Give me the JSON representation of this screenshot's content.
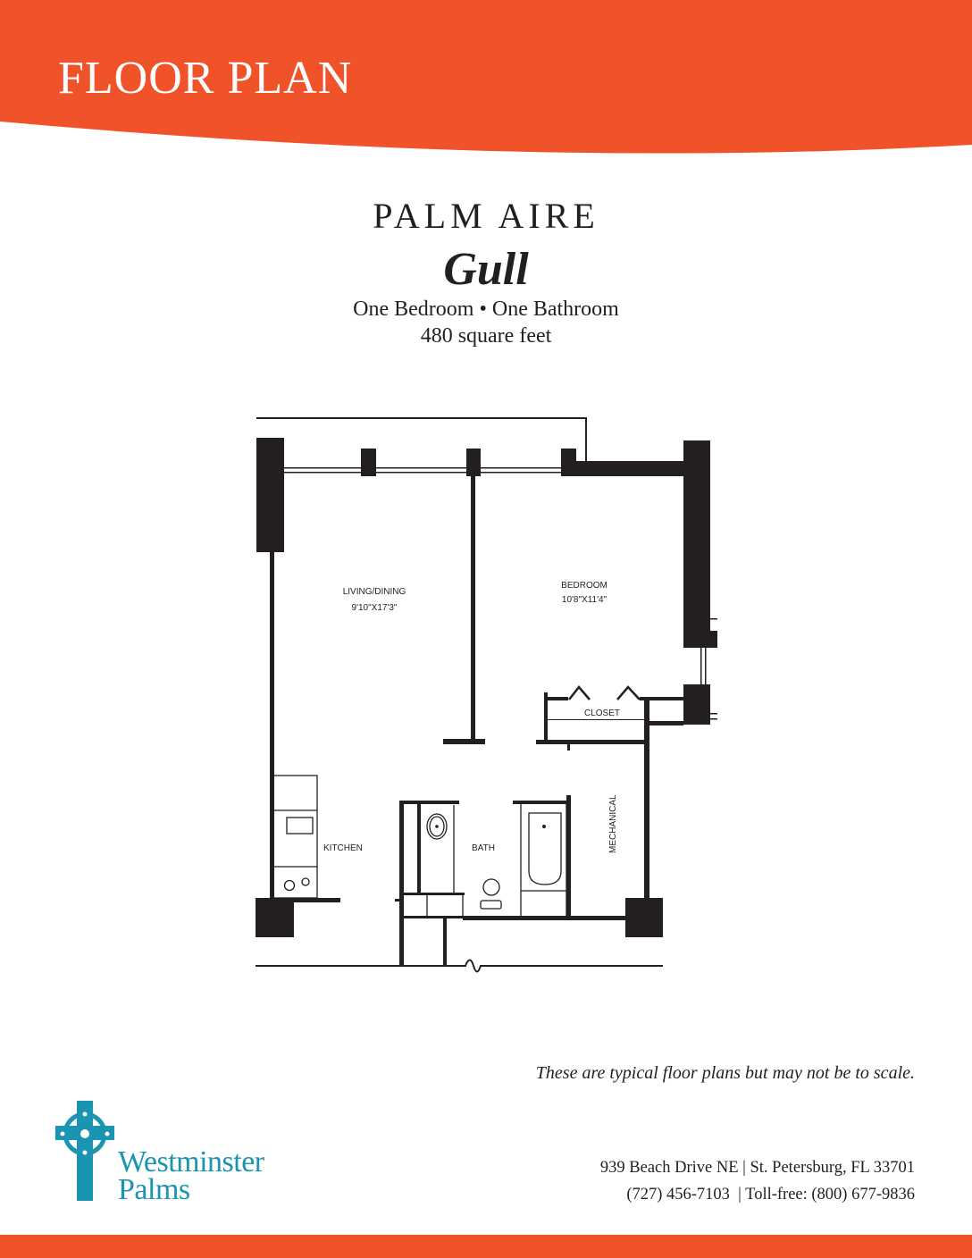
{
  "header": {
    "title": "FLOOR PLAN",
    "accent_color": "#F0532A"
  },
  "unit": {
    "community": "PALM AIRE",
    "model": "Gull",
    "rooms": "One Bedroom • One Bathroom",
    "area": "480 square feet"
  },
  "plan": {
    "living_label": "LIVING/DINING",
    "living_dims": "9'10\"X17'3\"",
    "bedroom_label": "BEDROOM",
    "bedroom_dims": "10'8\"X11'4\"",
    "closet_label": "CLOSET",
    "kitchen_label": "KITCHEN",
    "bath_label": "BATH",
    "mechanical_label": "MECHANICAL"
  },
  "disclaimer": "These are typical floor plans but may not be to scale.",
  "logo": {
    "line1": "Westminster",
    "line2": "Palms",
    "color": "#1B94B2"
  },
  "contact": {
    "address": "939 Beach Drive NE | St. Petersburg, FL 33701",
    "phones": "(727) 456-7103  | Toll-free: (800) 677-9836"
  }
}
